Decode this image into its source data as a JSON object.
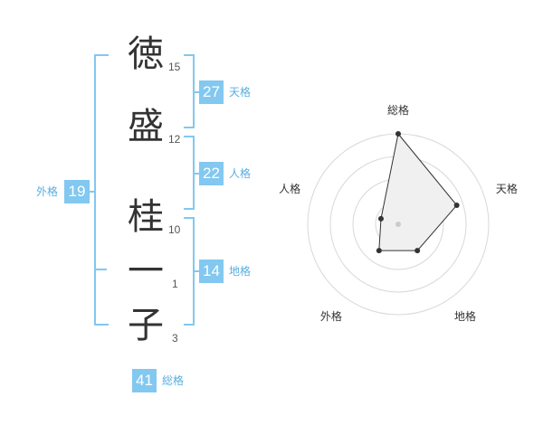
{
  "name": {
    "chars": [
      {
        "char": "徳",
        "strokes": "15"
      },
      {
        "char": "盛",
        "strokes": "12"
      },
      {
        "char": "桂",
        "strokes": "10"
      },
      {
        "char": "一",
        "strokes": "1"
      },
      {
        "char": "子",
        "strokes": "3"
      }
    ]
  },
  "kakusu": {
    "tenkaku": {
      "value": "27",
      "label": "天格"
    },
    "jinkaku": {
      "value": "22",
      "label": "人格"
    },
    "chikaku": {
      "value": "14",
      "label": "地格"
    },
    "gaikaku": {
      "value": "19",
      "label": "外格"
    },
    "soukaku": {
      "value": "41",
      "label": "総格"
    }
  },
  "colors": {
    "accent": "#82c8f0",
    "text": "#333333"
  },
  "chart_data": {
    "type": "radar",
    "axes": [
      "総格",
      "天格",
      "地格",
      "外格",
      "人格"
    ],
    "values": [
      5,
      3,
      1,
      1,
      0
    ],
    "rmax": 5,
    "rings": 4
  }
}
